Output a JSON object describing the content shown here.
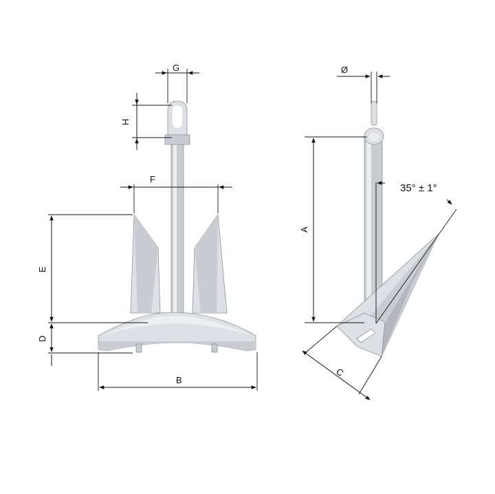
{
  "labels": {
    "a": "A",
    "b": "B",
    "c": "C",
    "d": "D",
    "e": "E",
    "f": "F",
    "g": "G",
    "h": "H",
    "diameter": "Ø",
    "angle": "35° ± 1°"
  },
  "colors": {
    "steel_light": "#dde0e4",
    "steel_mid": "#c9ccd1",
    "steel_dark": "#b3b7bd",
    "dimension_line": "#111111"
  }
}
